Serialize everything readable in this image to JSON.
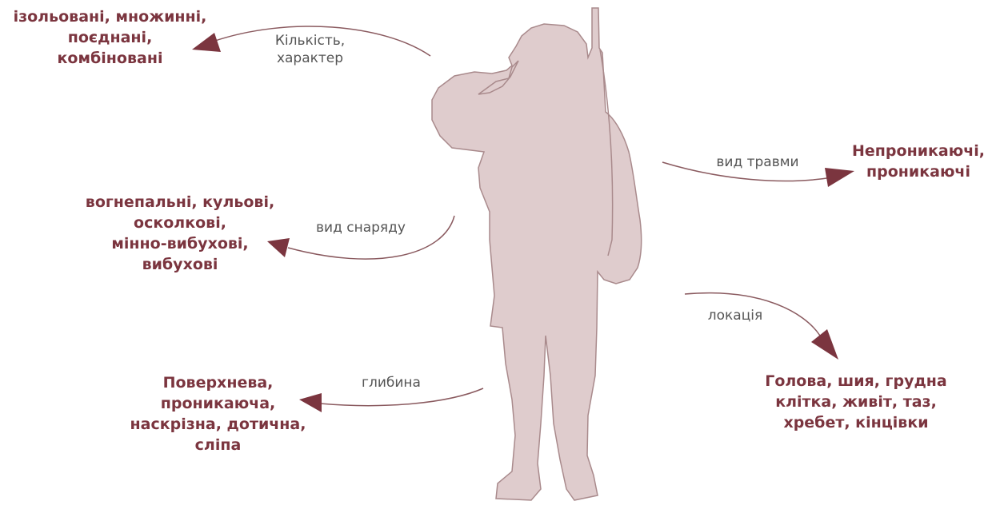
{
  "colors": {
    "accent": "#7b353f",
    "silhouette": "#dfcccd",
    "silhouette_outline": "#a98a8c",
    "arrow": "#8a5a5f",
    "label": "#555555"
  },
  "center_icon": "saluting-soldier-silhouette",
  "branches": [
    {
      "id": "quantity",
      "category": "Кількість,\nхарактер",
      "values": "ізольовані, множинні,\nпоєднані,\nкомбіновані"
    },
    {
      "id": "injury-type",
      "category": "вид травми",
      "values": "Непроникаючі,\nпроникаючі"
    },
    {
      "id": "projectile",
      "category": "вид снаряду",
      "values": "вогнепальні, кульові,\nосколкові,\nмінно-вибухові,\nвибухові"
    },
    {
      "id": "location",
      "category": "локація",
      "values": "Голова, шия, грудна\nклітка, живіт, таз,\nхребет, кінцівки"
    },
    {
      "id": "depth",
      "category": "глибина",
      "values": "Поверхнева,\nпроникаюча,\nнаскрізна, дотична,\nсліпа"
    }
  ]
}
